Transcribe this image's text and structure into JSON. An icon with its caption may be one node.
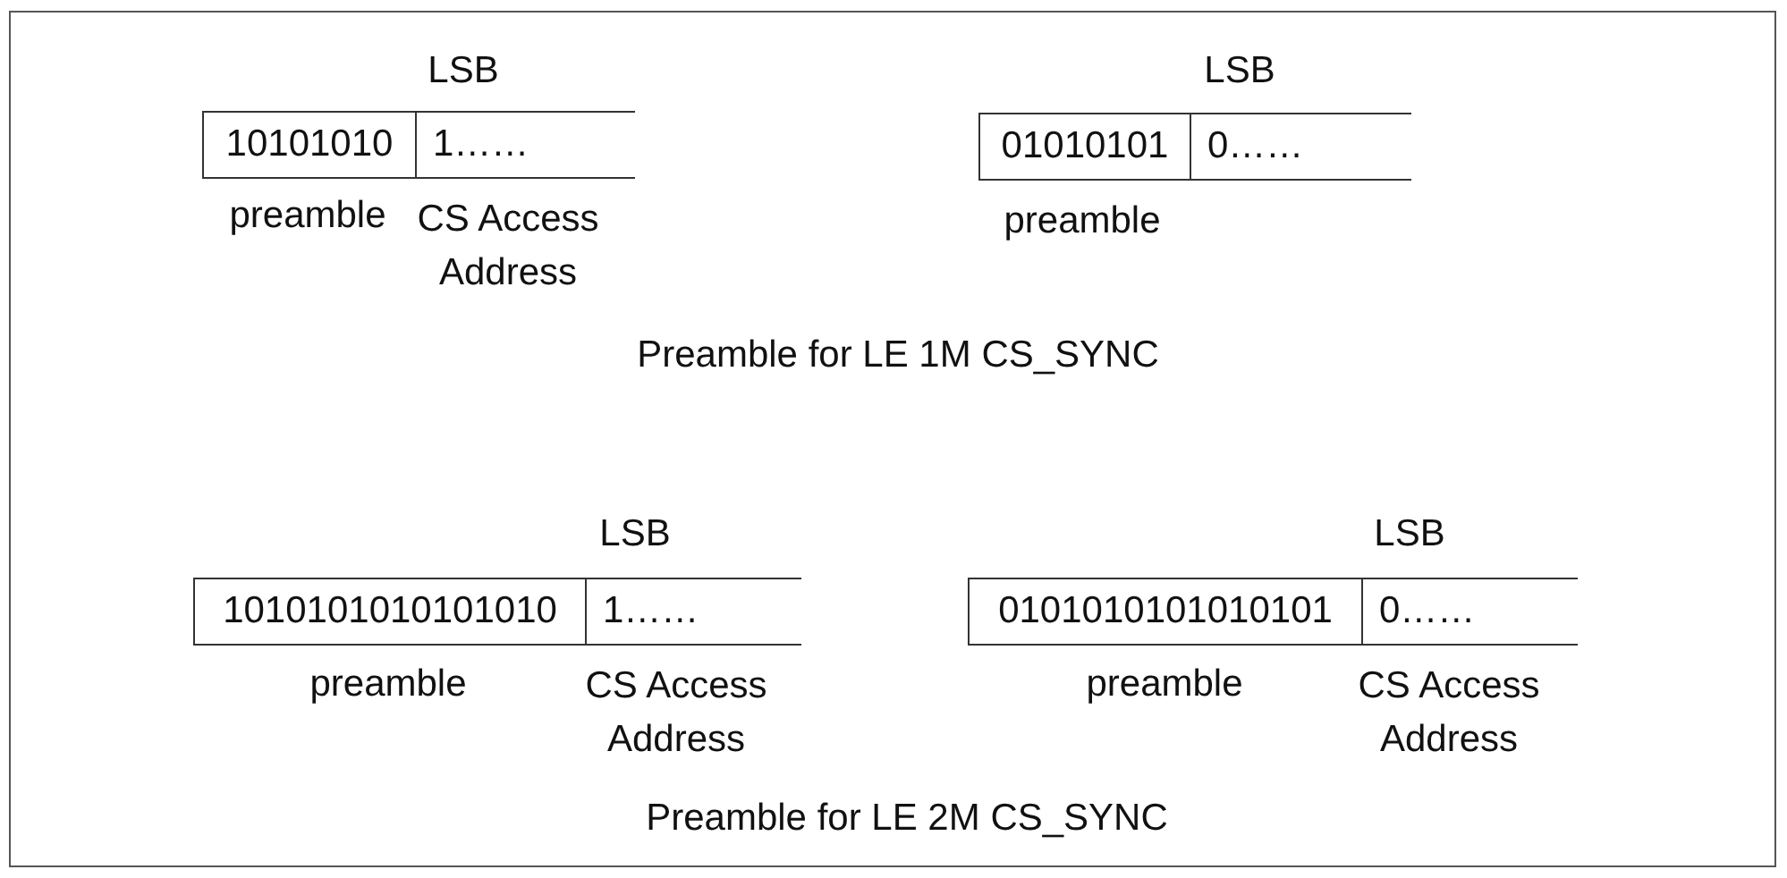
{
  "diagram": {
    "nodes": [
      {
        "text": [
          "10101010"
        ],
        "beside": [
          "preamble"
        ]
      },
      {
        "text": [
          "1……"
        ],
        "beside": [
          "CS Access Address"
        ]
      },
      {
        "text": [
          "01010101"
        ],
        "beside": [
          "preamble"
        ]
      },
      {
        "text": [
          "0……"
        ]
      },
      {
        "text": [
          "1010101010101010"
        ],
        "beside": [
          "preamble"
        ]
      },
      {
        "text": [
          "1……"
        ],
        "beside": [
          "CS Access Address"
        ]
      },
      {
        "text": [
          "0101010101010101"
        ],
        "beside": [
          "preamble"
        ]
      },
      {
        "text": [
          "0……"
        ],
        "beside": [
          "CS Access Address"
        ]
      }
    ],
    "edges": [],
    "labels": [
      "LSB",
      "LSB",
      "Preamble for LE 1M CS_SYNC",
      "LSB",
      "LSB",
      "Preamble for LE 2M CS_SYNC"
    ]
  }
}
